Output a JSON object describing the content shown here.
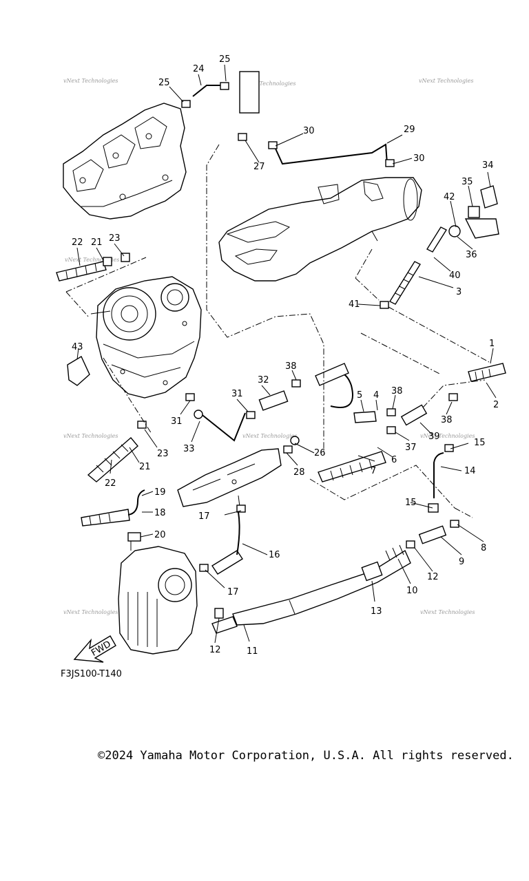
{
  "diagram": {
    "drawing_code": "F3JS100-T140",
    "copyright": "©2024 Yamaha Motor Corporation, U.S.A. All rights reserved.",
    "watermark": "vNext Technologies",
    "direction_label": "FWD",
    "callouts": [
      "1",
      "2",
      "3",
      "4",
      "5",
      "6",
      "7",
      "8",
      "9",
      "10",
      "11",
      "12",
      "12",
      "13",
      "14",
      "15",
      "15",
      "16",
      "17",
      "17",
      "18",
      "19",
      "20",
      "21",
      "21",
      "22",
      "22",
      "23",
      "23",
      "24",
      "25",
      "25",
      "26",
      "27",
      "28",
      "29",
      "30",
      "30",
      "31",
      "31",
      "32",
      "33",
      "34",
      "35",
      "36",
      "37",
      "38",
      "38",
      "38",
      "39",
      "40",
      "41",
      "42",
      "43"
    ]
  }
}
